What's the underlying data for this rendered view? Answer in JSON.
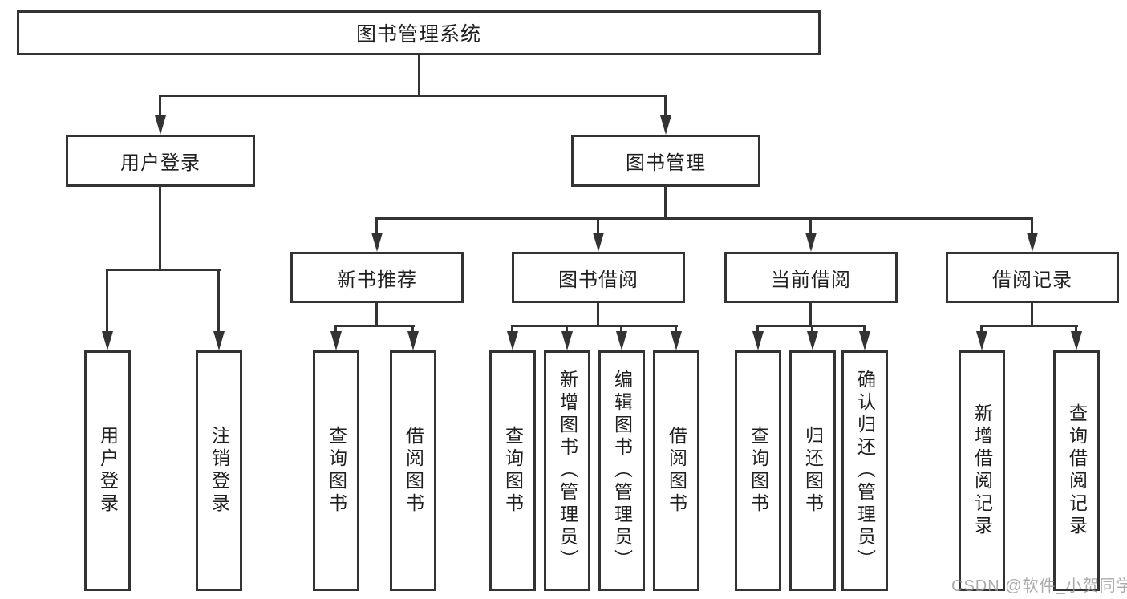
{
  "diagram": {
    "title": "图书管理系统",
    "level2": {
      "user_login": "用户登录",
      "book_mgmt": "图书管理"
    },
    "level3": {
      "new_books": "新书推荐",
      "book_borrow": "图书借阅",
      "current_borrow": "当前借阅",
      "borrow_records": "借阅记录"
    },
    "leaves": {
      "user_login": [
        "用户登录",
        "注销登录"
      ],
      "new_books": [
        "查询图书",
        "借阅图书"
      ],
      "book_borrow": [
        "查询图书",
        "新增图书（管理员）",
        "编辑图书（管理员）",
        "借阅图书"
      ],
      "current_borrow": [
        "查询图书",
        "归还图书",
        "确认归还（管理员）"
      ],
      "borrow_records": [
        "新增借阅记录",
        "查询借阅记录"
      ]
    }
  },
  "watermark": "CSDN @软件_小贺同学",
  "colors": {
    "line": "#333333",
    "text": "#1f1f1f",
    "watermark": "#969696",
    "background": "#ffffff"
  }
}
